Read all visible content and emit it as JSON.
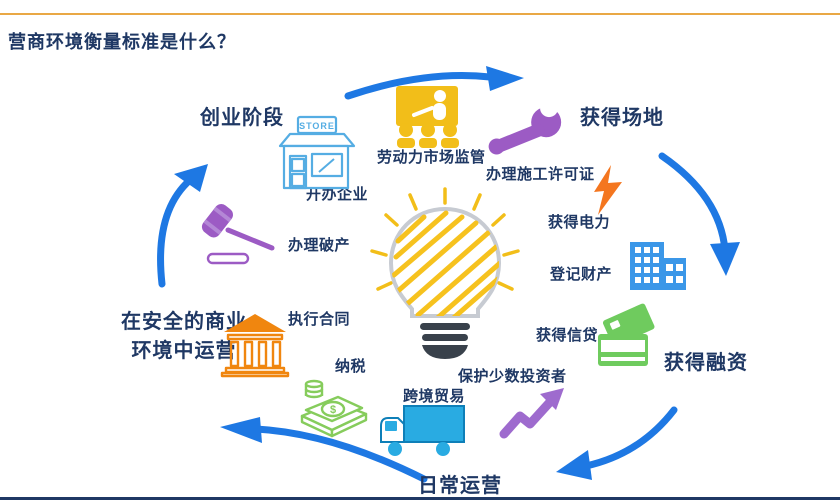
{
  "header": {
    "title": "营商环境衡量标准是什么？"
  },
  "labels": {
    "stage_startup": "创业阶段",
    "stage_location": "获得场地",
    "stage_financing": "获得融资",
    "stage_operations": "日常运营",
    "stage_safe_line1": "在安全的商业",
    "stage_safe_line2": "环境中运营",
    "labor_regulation": "劳动力市场监管",
    "starting_business": "开办企业",
    "construction_permits": "办理施工许可证",
    "getting_electricity": "获得电力",
    "registering_property": "登记财产",
    "getting_credit": "获得信贷",
    "protecting_minority_investors": "保护少数投资者",
    "trading_across_borders": "跨境贸易",
    "paying_taxes": "纳税",
    "enforcing_contracts": "执行合同",
    "resolving_insolvency": "办理破产"
  },
  "icon_text": {
    "store_sign": "STORE",
    "money_symbol": "$"
  },
  "colors": {
    "text_navy": "#1F3864",
    "accent_gold": "#E9A845",
    "arrow_blue": "#1E78E3",
    "classroom_yellow": "#F2BE19",
    "store_blue": "#55ADE3",
    "wrench_purple": "#9C5BC4",
    "lightning_orange": "#F4761F",
    "building_blue": "#3B97E8",
    "credit_green": "#6FCB5E",
    "investor_purple": "#9E6BCE",
    "truck_blue": "#29ABE2",
    "money_green": "#86CC5C",
    "courthouse_orange": "#F0860F",
    "gavel_purple": "#9C5BC4",
    "bulb_scribble_yellow": "#F6C21E",
    "bulb_outline_gray": "#C7CBD2",
    "bulb_base_dark": "#39414B"
  }
}
